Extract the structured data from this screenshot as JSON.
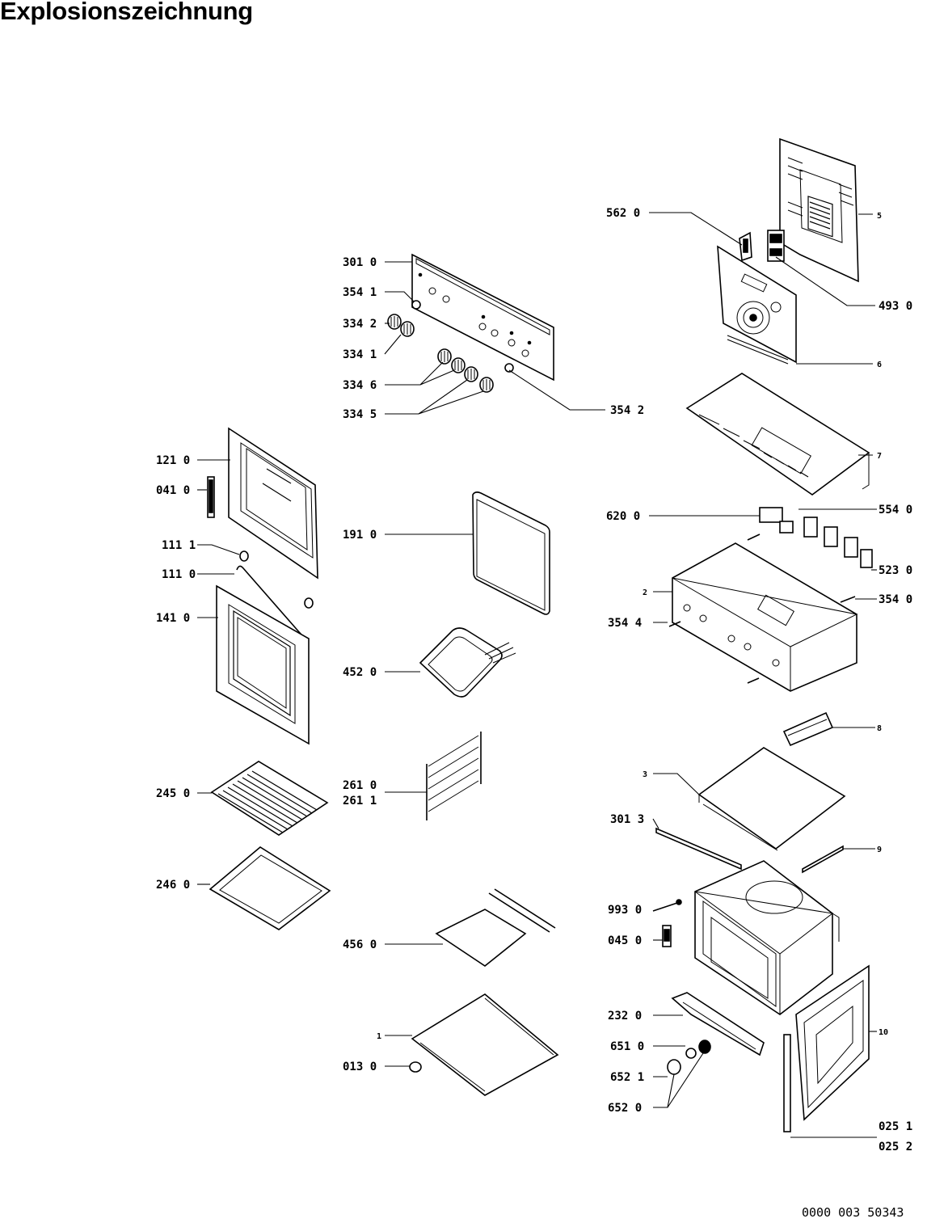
{
  "title": "Explosionszeichnung",
  "document_number": "0000 003 50343",
  "part_labels": {
    "p5620": "562 0",
    "p5": "5",
    "p3010": "301 0",
    "p4930": "493 0",
    "p3541": "354 1",
    "p3342": "334 2",
    "p3341": "334 1",
    "p6": "6",
    "p3346": "334 6",
    "p3345": "334 5",
    "p3542": "354 2",
    "p7": "7",
    "p1210": "121 0",
    "p0410": "041 0",
    "p1910": "191 0",
    "p6200": "620 0",
    "p5540": "554 0",
    "p1111": "111 1",
    "p1110": "111 0",
    "p5230": "523 0",
    "p2": "2",
    "p3540": "354 0",
    "p1410": "141 0",
    "p3544": "354 4",
    "p4520": "452 0",
    "p8": "8",
    "p3": "3",
    "p2450": "245 0",
    "p2610": "261 0",
    "p2611": "261 1",
    "p3013": "301 3",
    "p9": "9",
    "p2460": "246 0",
    "p9930": "993 0",
    "p0450": "045 0",
    "p4560": "456 0",
    "p2320": "232 0",
    "p10": "10",
    "p1": "1",
    "p6510": "651 0",
    "p0130": "013 0",
    "p6521": "652 1",
    "p6520": "652 0",
    "p0251": "025 1",
    "p0252": "025 2"
  }
}
